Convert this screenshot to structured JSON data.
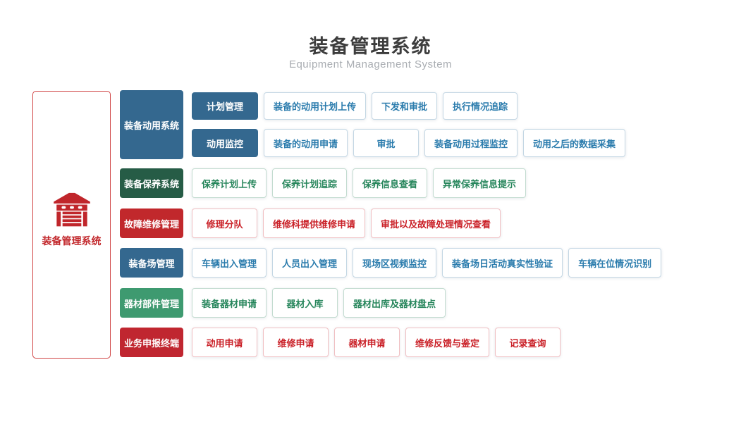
{
  "header": {
    "title": "装备管理系统",
    "subtitle": "Equipment Management System"
  },
  "root": {
    "label": "装备管理系统",
    "icon": "warehouse-icon"
  },
  "palette": {
    "blue": "#34688f",
    "dark_green": "#265c46",
    "green": "#3e9a70",
    "red": "#c1282c",
    "dark_red": "#c02630",
    "blue_text": "#2b7cad",
    "green_text": "#27865c",
    "red_text": "#ca2128",
    "root_red": "#c2282c"
  },
  "groups": [
    {
      "label": "装备动用系统",
      "fill": "blue",
      "family": "blue",
      "subgroups": [
        {
          "label": "计划管理",
          "children": [
            "装备的动用计划上传",
            "下发和审批",
            "执行情况追踪"
          ]
        },
        {
          "label": "动用监控",
          "children": [
            "装备的动用申请",
            "审批",
            "装备动用过程监控",
            "动用之后的数据采集"
          ]
        }
      ]
    },
    {
      "label": "装备保养系统",
      "fill": "dark_green",
      "family": "green",
      "children": [
        "保养计划上传",
        "保养计划追踪",
        "保养信息查看",
        "异常保养信息提示"
      ]
    },
    {
      "label": "故障维修管理",
      "fill": "red",
      "family": "red",
      "children": [
        "修理分队",
        "维修科提供维修申请",
        "审批以及故障处理情况查看"
      ]
    },
    {
      "label": "装备场管理",
      "fill": "blue",
      "family": "blue",
      "children": [
        "车辆出入管理",
        "人员出入管理",
        "现场区视频监控",
        "装备场日活动真实性验证",
        "车辆在位情况识别"
      ]
    },
    {
      "label": "器材部件管理",
      "fill": "green",
      "family": "green",
      "children": [
        "装备器材申请",
        "器材入库",
        "器材出库及器材盘点"
      ]
    },
    {
      "label": "业务申报终端",
      "fill": "dark_red",
      "family": "red",
      "children": [
        "动用申请",
        "维修申请",
        "器材申请",
        "维修反馈与鉴定",
        "记录查询"
      ]
    }
  ]
}
